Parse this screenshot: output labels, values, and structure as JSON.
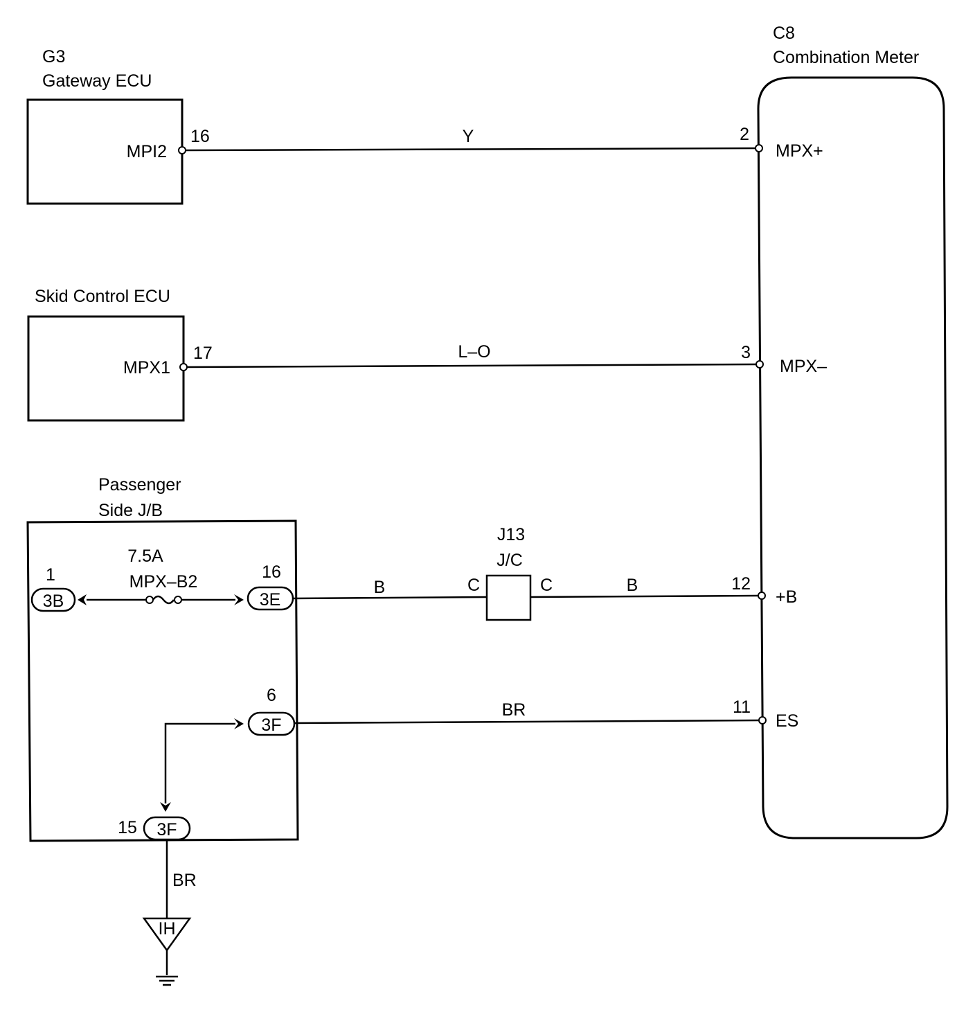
{
  "gateway": {
    "code": "G3",
    "name": "Gateway ECU",
    "pin_label": "MPI2",
    "pin_num": "16"
  },
  "skid": {
    "name": "Skid Control ECU",
    "pin_label": "MPX1",
    "pin_num": "17"
  },
  "meter": {
    "code": "C8",
    "name": "Combination Meter",
    "pins": [
      {
        "num": "2",
        "label": "MPX+"
      },
      {
        "num": "3",
        "label": "MPX–"
      },
      {
        "num": "12",
        "label": "+B"
      },
      {
        "num": "11",
        "label": "ES"
      }
    ]
  },
  "jb": {
    "name_line1": "Passenger",
    "name_line2": "Side J/B",
    "fuse_rating": "7.5A",
    "fuse_name": "MPX–B2",
    "conn_3b": {
      "num": "1",
      "code": "3B"
    },
    "conn_3e": {
      "num": "16",
      "code": "3E"
    },
    "conn_3f_top": {
      "num": "6",
      "code": "3F"
    },
    "conn_3f_bottom": {
      "num": "15",
      "code": "3F"
    }
  },
  "jc": {
    "code": "J13",
    "name": "J/C",
    "left_pin": "C",
    "right_pin": "C"
  },
  "wires": {
    "mpx_plus": "Y",
    "mpx_minus": "L–O",
    "b_left": "B",
    "b_right": "B",
    "es": "BR",
    "ground": "BR"
  },
  "ground_point": "IH"
}
